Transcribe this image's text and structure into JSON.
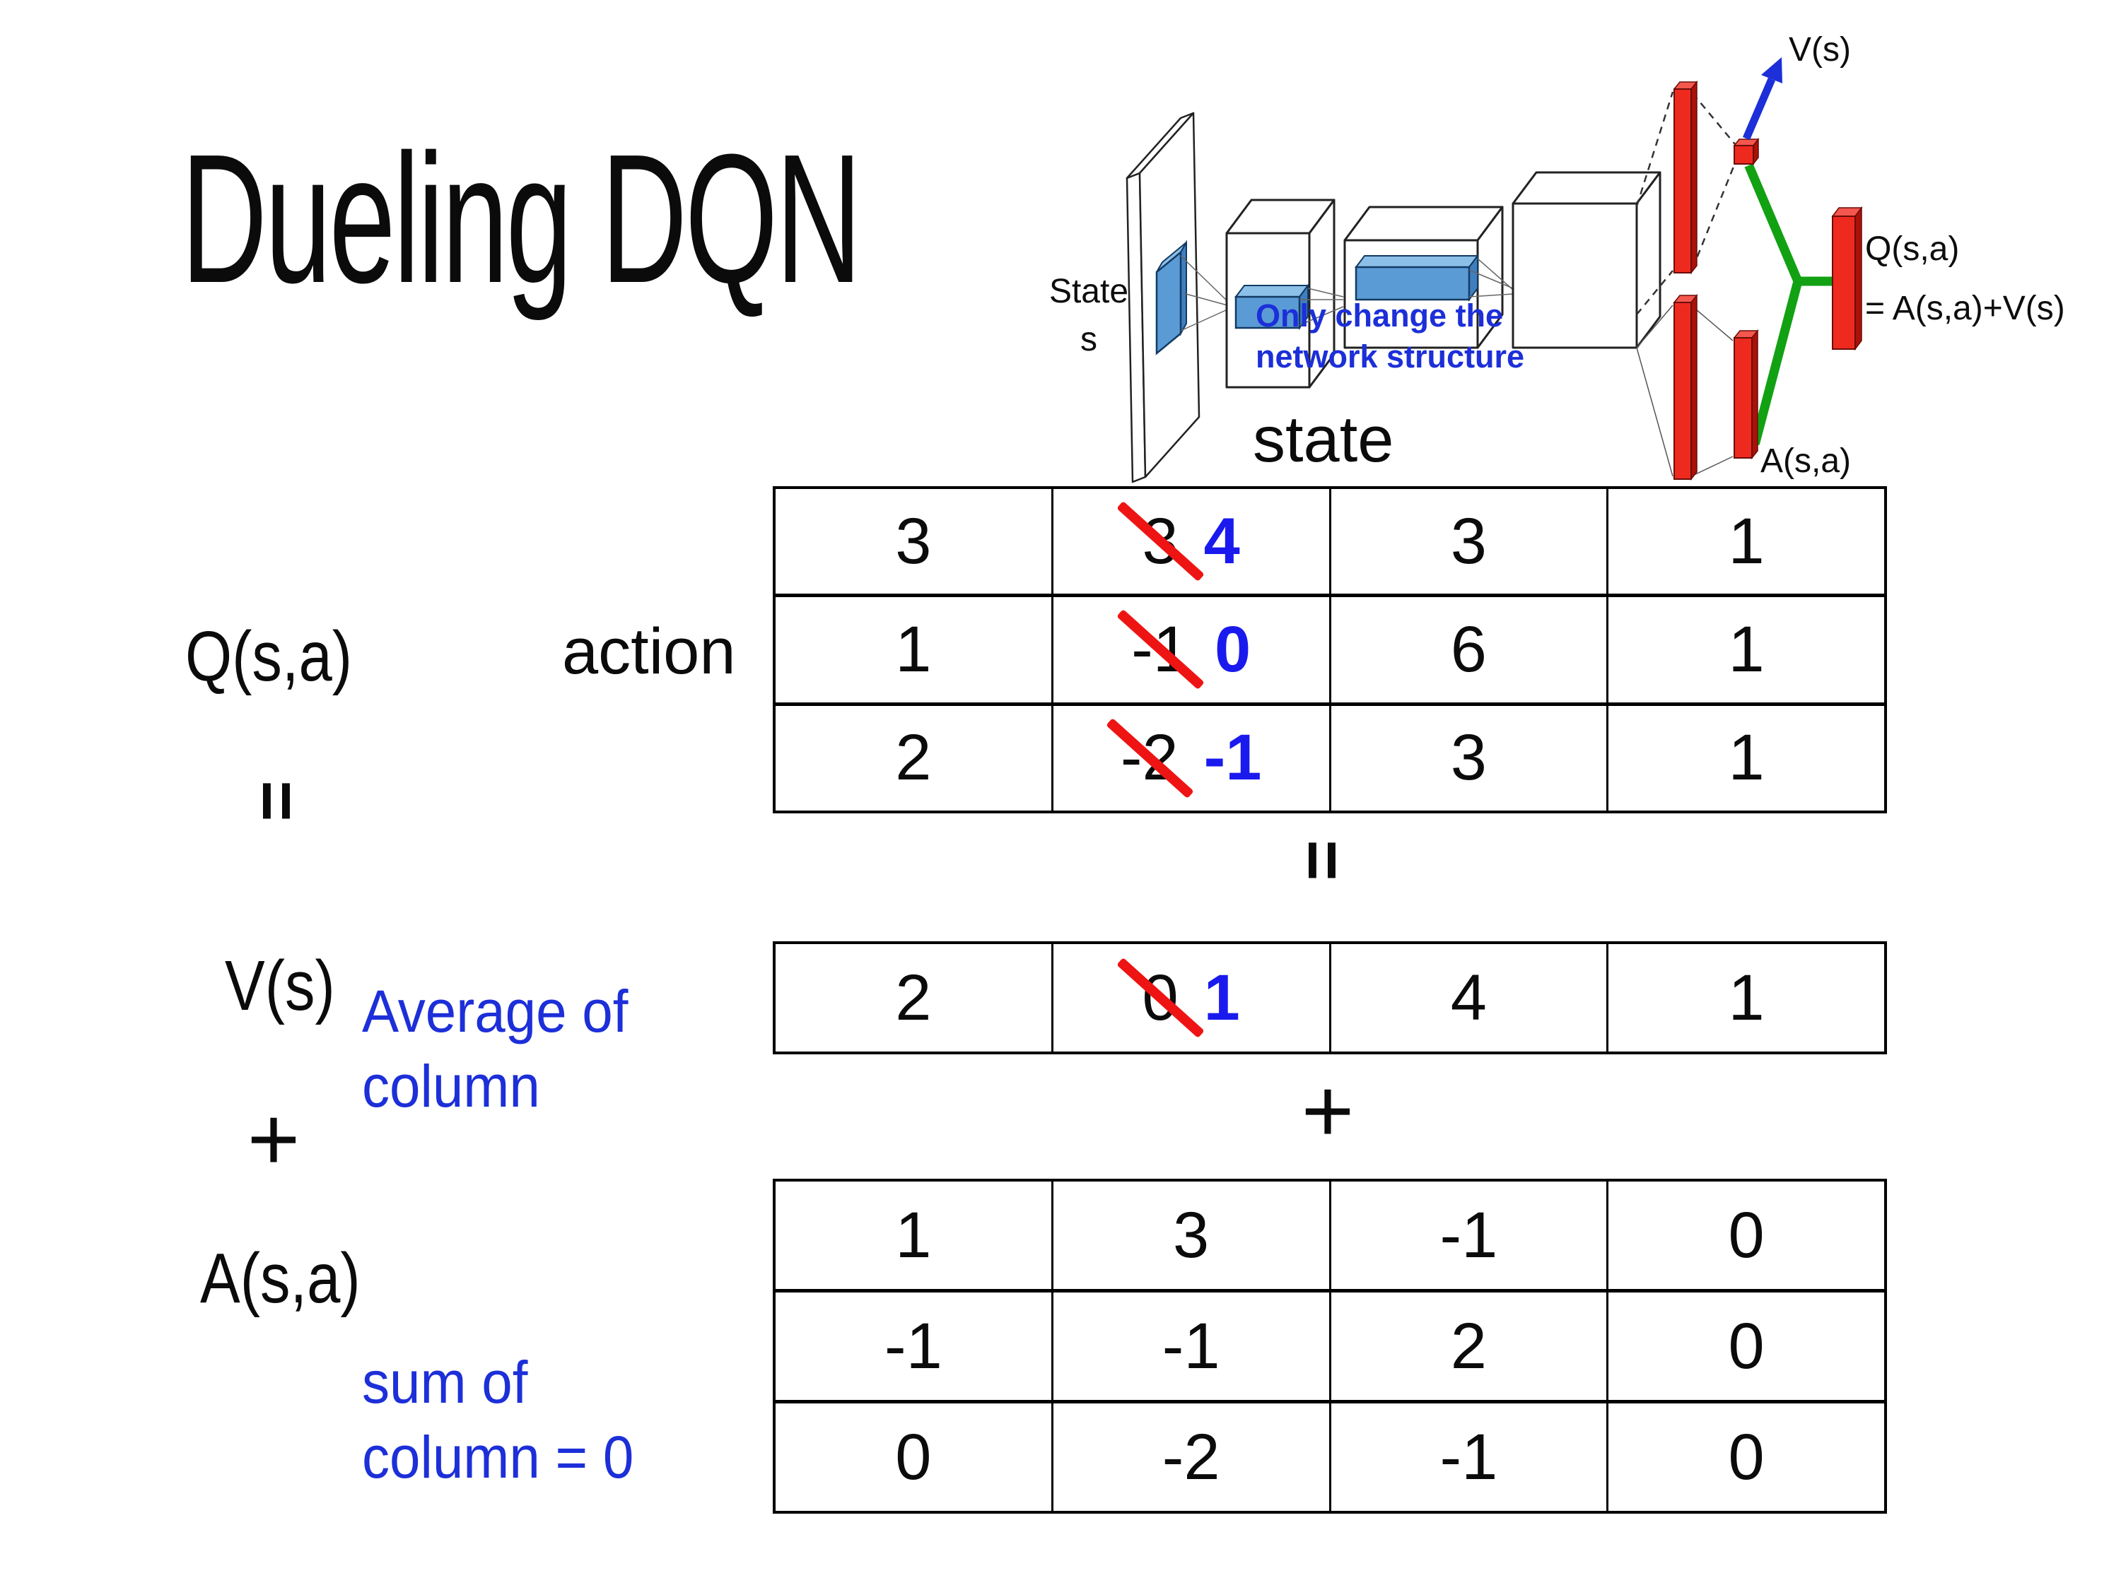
{
  "slide": {
    "title": "Dueling DQN"
  },
  "colors": {
    "accent_blue": "#1a1aee",
    "note_blue": "#1c2fd8",
    "strike_red": "#ee1414",
    "bar_red": "#ee2a1e",
    "link_green": "#12a112",
    "filter_blue": "#5b9bd5"
  },
  "network": {
    "input_label_1": "State",
    "input_label_2": "s",
    "note_1": "Only change the",
    "note_2": "network structure",
    "v_out": "V(s)",
    "a_out": "A(s,a)",
    "q_out_1": "Q(s,a)",
    "q_out_2": "= A(s,a)+V(s)"
  },
  "labels": {
    "q": "Q(s,a)",
    "eq_left": "=",
    "v": "V(s)",
    "plus_left": "+",
    "a": "A(s,a)",
    "avg_1": "Average of",
    "avg_2": "column",
    "sum_1": "sum of",
    "sum_2": "column = 0",
    "state": "state",
    "action": "action",
    "eq_mid": "=",
    "plus_mid": "+"
  },
  "q_table": {
    "rows": [
      [
        "3",
        "3",
        "3",
        "1"
      ],
      [
        "1",
        "-1",
        "6",
        "1"
      ],
      [
        "2",
        "-2",
        "3",
        "1"
      ]
    ],
    "new_vals": [
      "4",
      "0",
      "-1"
    ]
  },
  "v_table": {
    "cells": [
      "2",
      "0",
      "4",
      "1"
    ],
    "new_val": "1"
  },
  "a_table": {
    "rows": [
      [
        "1",
        "3",
        "-1",
        "0"
      ],
      [
        "-1",
        "-1",
        "2",
        "0"
      ],
      [
        "0",
        "-2",
        "-1",
        "0"
      ]
    ]
  }
}
